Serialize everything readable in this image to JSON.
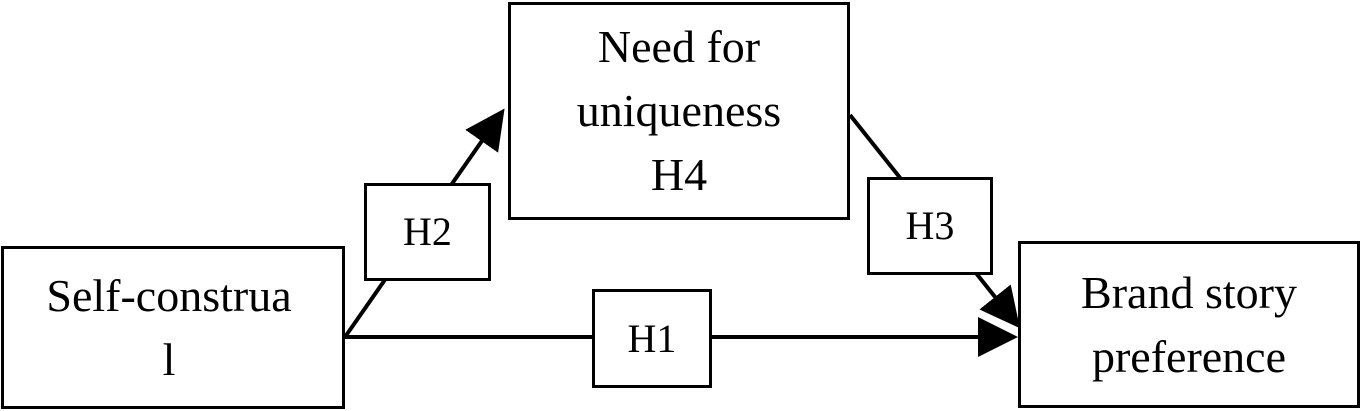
{
  "diagram": {
    "nodes": {
      "self_construal": {
        "line1": "Self-construa",
        "line2": "l"
      },
      "need_for_uniqueness": {
        "line1": "Need for",
        "line2": "uniqueness",
        "line3": "H4"
      },
      "brand_story_preference": {
        "line1": "Brand story",
        "line2": "preference"
      }
    },
    "edges": {
      "h1": {
        "label": "H1",
        "from": "self_construal",
        "to": "brand_story_preference"
      },
      "h2": {
        "label": "H2",
        "from": "self_construal",
        "to": "need_for_uniqueness"
      },
      "h3": {
        "label": "H3",
        "from": "need_for_uniqueness",
        "to": "brand_story_preference"
      }
    },
    "colors": {
      "stroke": "#000000",
      "background": "#ffffff"
    }
  }
}
